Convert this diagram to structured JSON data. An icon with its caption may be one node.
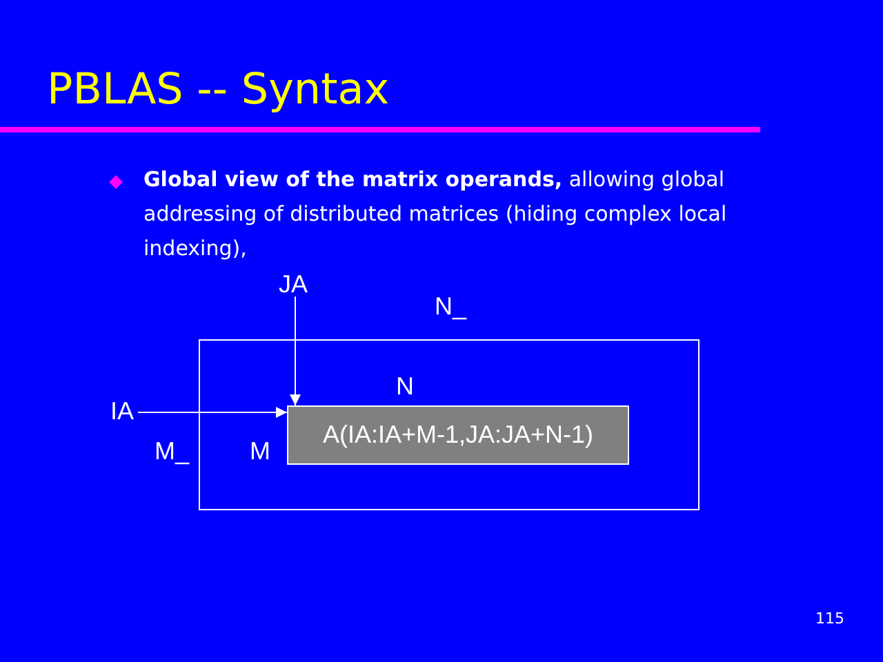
{
  "diagram": {
    "title": "PBLAS -- Syntax",
    "nodes": [
      {
        "text": [
          "JA"
        ]
      },
      {
        "text": [],
        "shape": "box",
        "beside": [
          "N_",
          "M_"
        ]
      },
      {
        "text": [
          "A(IA:IA+M-1,JA:JA+N-1)"
        ],
        "in": 1,
        "beside": [
          "N",
          "M"
        ]
      },
      {
        "text": [
          "IA"
        ]
      }
    ],
    "edges": [
      {
        "from": 0,
        "to": 2,
        "arrow": "to"
      },
      {
        "from": 3,
        "to": 2,
        "arrow": "to"
      }
    ],
    "labels": [
      "**Global view of the matrix operands,** allowing global addressing of distributed matrices (hiding complex local indexing),",
      "115"
    ]
  }
}
